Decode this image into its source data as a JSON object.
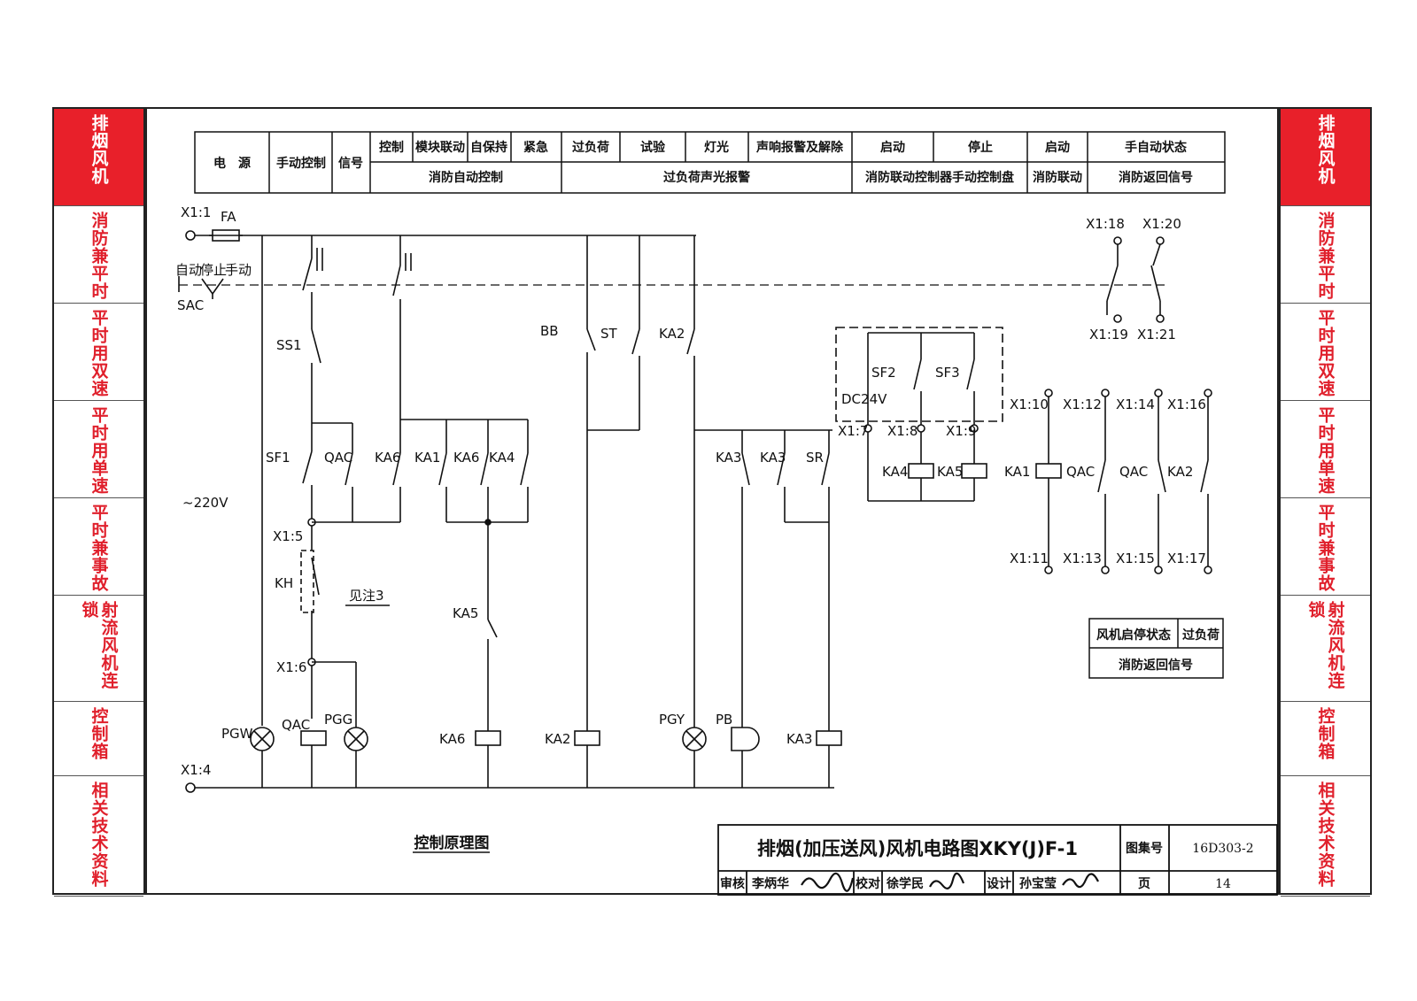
{
  "tabs": [
    {
      "label": "排烟风机",
      "active": true
    },
    {
      "label": "消防兼平时",
      "active": false
    },
    {
      "label": "平时用双速",
      "active": false
    },
    {
      "label": "平时用单速",
      "active": false
    },
    {
      "label": "平时兼事故",
      "active": false
    },
    {
      "label": "射流风机连锁",
      "active": false
    },
    {
      "label": "控制箱",
      "active": false
    },
    {
      "label": "相关技术资料",
      "active": false
    }
  ],
  "header": {
    "top": [
      "电　源",
      "手动控制",
      "信号",
      "控制",
      "模块联动",
      "自保持",
      "紧急",
      "过负荷",
      "试验",
      "灯光",
      "声响报警及解除",
      "启动",
      "停止",
      "启动",
      "手自动状态"
    ],
    "bottom": [
      "消防自动控制",
      "过负荷声光报警",
      "消防联动控制器手动控制盘",
      "消防联动",
      "消防返回信号"
    ]
  },
  "terminals": {
    "x1_1": "X1:1",
    "x1_4": "X1:4",
    "x1_5": "X1:5",
    "x1_6": "X1:6",
    "x1_7": "X1:7",
    "x1_8": "X1:8",
    "x1_9": "X1:9",
    "x1_10": "X1:10",
    "x1_11": "X1:11",
    "x1_12": "X1:12",
    "x1_13": "X1:13",
    "x1_14": "X1:14",
    "x1_15": "X1:15",
    "x1_16": "X1:16",
    "x1_17": "X1:17",
    "x1_18": "X1:18",
    "x1_19": "X1:19",
    "x1_20": "X1:20",
    "x1_21": "X1:21"
  },
  "devices": {
    "fa": "FA",
    "sac": "SAC",
    "ss1": "SS1",
    "sf1": "SF1",
    "sf2": "SF2",
    "sf3": "SF3",
    "qac": "QAC",
    "ka1": "KA1",
    "ka2": "KA2",
    "ka3": "KA3",
    "ka4": "KA4",
    "ka5": "KA5",
    "ka6": "KA6",
    "kh": "KH",
    "bb": "BB",
    "st": "ST",
    "sr": "SR",
    "pgw": "PGW",
    "pgg": "PGG",
    "pgy": "PGY",
    "pb": "PB",
    "dc24v": "DC24V",
    "voltage": "~220V"
  },
  "switch_modes": {
    "auto": "自动",
    "stop": "停止",
    "manual": "手动"
  },
  "note_ref": "见注3",
  "signal_box": {
    "col1": "风机启停状态",
    "col2": "过负荷",
    "bottom": "消防返回信号"
  },
  "diagram_caption": "控制原理图",
  "title_block": {
    "title": "排烟(加压送风)风机电路图XKY(J)F-1",
    "atlas_label": "图集号",
    "atlas_no": "16D303-2",
    "review_label": "审核",
    "reviewer": "李炳华",
    "check_label": "校对",
    "checker": "徐学民",
    "design_label": "设计",
    "designer": "孙宝莹",
    "page_label": "页",
    "page_no": "14"
  },
  "colors": {
    "accent_red": "#e8202a",
    "line": "#111111"
  }
}
